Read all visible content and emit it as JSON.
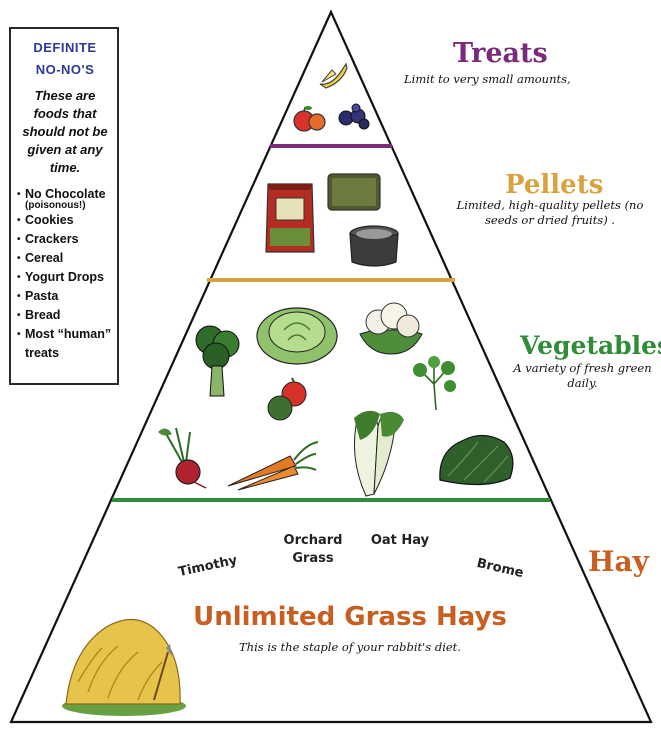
{
  "nono_box": {
    "title_line1": "DEFINITE",
    "title_line2": "NO-NO'S",
    "intro": "These are foods that should not be given at any time.",
    "items": [
      {
        "label": "No Chocolate",
        "note": "(poisonous!)"
      },
      {
        "label": "Cookies"
      },
      {
        "label": "Crackers"
      },
      {
        "label": "Cereal"
      },
      {
        "label": "Yogurt Drops"
      },
      {
        "label": "Pasta"
      },
      {
        "label": "Bread"
      },
      {
        "label": "Most “human” treats"
      }
    ]
  },
  "tiers": {
    "treats": {
      "title": "Treats",
      "description": "Limit to very small amounts,",
      "color": "#7a2a7a"
    },
    "pellets": {
      "title": "Pellets",
      "description": "Limited, high-quality pellets (no seeds or dried fruits) .",
      "color": "#d9a23e"
    },
    "vegetables": {
      "title": "Vegetables",
      "description": "A variety of fresh green daily.",
      "color": "#2f8c37"
    },
    "hay": {
      "title": "Hay",
      "color": "#c85e1f",
      "types": [
        "Timothy",
        "Orchard Grass",
        "Oat Hay",
        "Brome"
      ],
      "headline": "Unlimited Grass Hays",
      "description": "This is the staple of your rabbit's diet."
    }
  },
  "icons": [
    "banana-icon",
    "apple-icon",
    "blueberries-icon",
    "pellet-bag-icon",
    "pellet-block-icon",
    "food-bowl-icon",
    "broccoli-icon",
    "lettuce-icon",
    "cauliflower-icon",
    "parsley-icon",
    "tomato-icon",
    "beet-icon",
    "carrot-icon",
    "bok-choy-icon",
    "kale-icon",
    "hay-pile-icon"
  ]
}
